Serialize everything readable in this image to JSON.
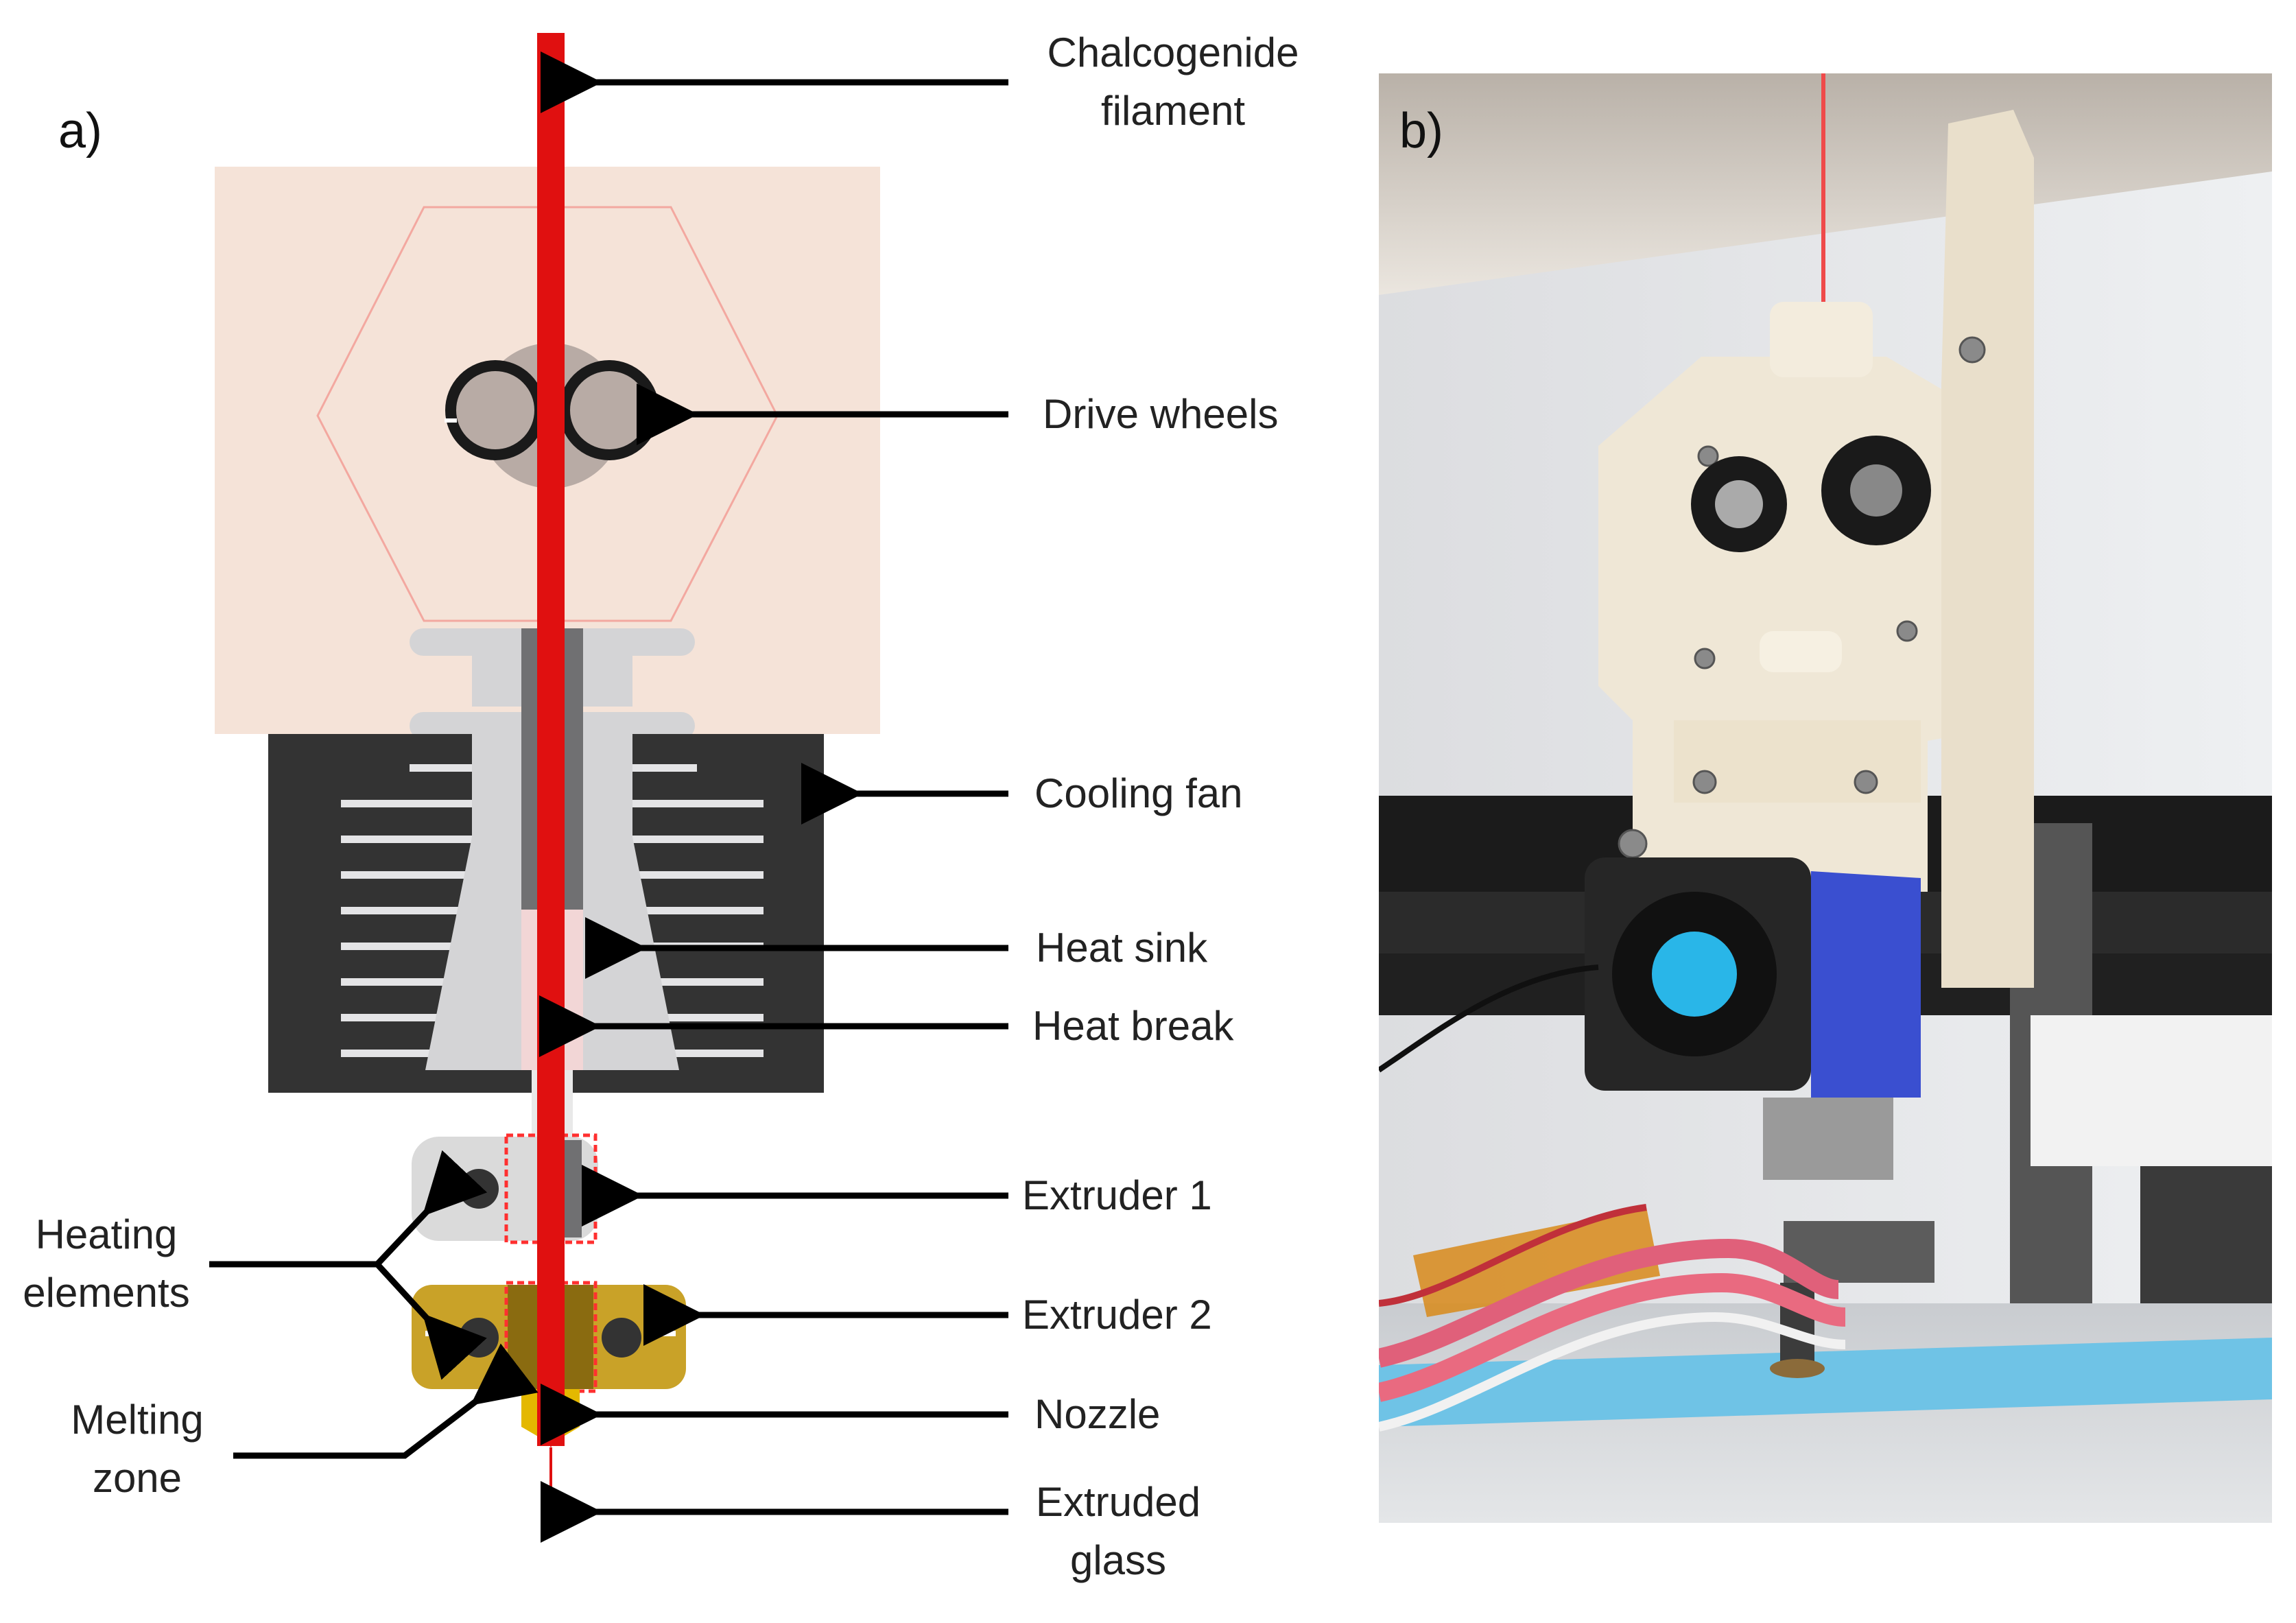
{
  "panels": {
    "a": "a)",
    "b": "b)"
  },
  "labels": {
    "filament": [
      "Chalcogenide",
      "filament"
    ],
    "drive_wheels": "Drive wheels",
    "cooling_fan": "Cooling fan",
    "heat_sink": "Heat sink",
    "heat_break": "Heat break",
    "extruder1": "Extruder 1",
    "extruder2": "Extruder 2",
    "nozzle": "Nozzle",
    "extruded_glass": [
      "Extruded",
      "glass"
    ],
    "heating_elements": [
      "Heating",
      "elements"
    ],
    "melting_zone": [
      "Melting",
      "zone"
    ]
  },
  "colors": {
    "filament": "#e01010",
    "motor_body": "#f5e3d8",
    "fan": "#333333",
    "heat_sink": "#d4d4d6",
    "extruder1": "#dadada",
    "extruder2": "#c9a228",
    "nozzle": "#e4b800",
    "arrow": "#000000"
  },
  "photo": {
    "description_icon": "extruder-photo",
    "fan_sticker_color": "#29b6e8",
    "fan_shroud_color": "#3a4fd0",
    "print_bed_tape_color": "#6fc3e6"
  }
}
